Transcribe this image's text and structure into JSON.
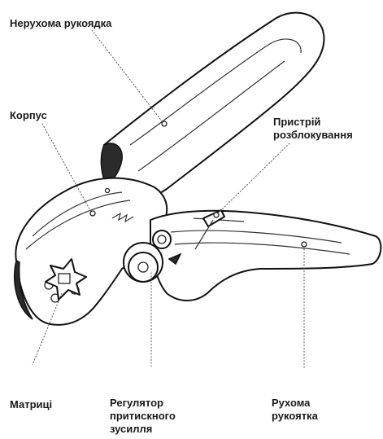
{
  "labels": {
    "fixed_handle": "Нерухома рукоядка",
    "body": "Корпус",
    "release": [
      "Пристрій",
      "розблокування"
    ],
    "dies": "Матриці",
    "pressure_regulator": [
      "Регулятор",
      "притискного",
      "зусилля"
    ],
    "moving_handle": [
      "Рухома",
      "рукоятка"
    ]
  },
  "colors": {
    "outline": "#111111",
    "fill": "#ffffff",
    "leader": "#555555",
    "text": "#1a1a1a"
  }
}
